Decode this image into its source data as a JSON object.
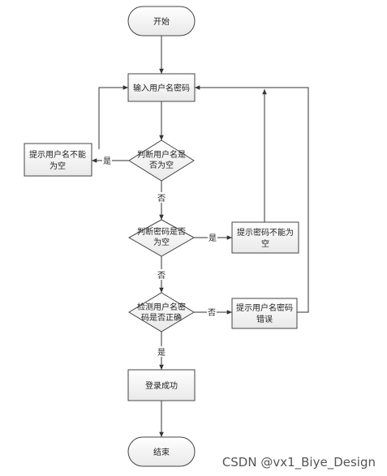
{
  "nodes": {
    "start": "开始",
    "input": "输入用户名密码",
    "check_user_1": "判断用户名是",
    "check_user_2": "否为空",
    "warn_user_1": "提示用户名不能",
    "warn_user_2": "为空",
    "check_pwd_1": "判断密码是否",
    "check_pwd_2": "为空",
    "warn_pwd_1": "提示密码不能为",
    "warn_pwd_2": "空",
    "verify_1": "检测用户名密",
    "verify_2": "码是否正确",
    "warn_wrong_1": "提示用户名密码",
    "warn_wrong_2": "错误",
    "success": "登录成功",
    "end": "结束"
  },
  "edge_labels": {
    "yes_1": "是",
    "no_1": "否",
    "yes_2": "是",
    "no_2": "否",
    "no_3": "否",
    "yes_3": "是"
  },
  "watermark": "CSDN @vx1_Biye_Design"
}
